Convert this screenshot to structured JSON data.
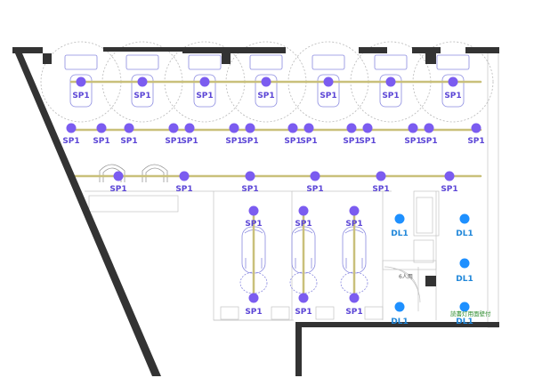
{
  "legend": {
    "spotlight_label": "SP1",
    "downlight_label": "DL1"
  },
  "colors": {
    "wall": "#333333",
    "spotlight": "#7b5cf0",
    "downlight": "#1e90ff",
    "rail": "#c9c07a",
    "furniture": "#8a8ae0",
    "thin_line": "#bbbbbb"
  },
  "annotations": {
    "room_note": "6人用",
    "wall_note": "読書灯用面壁付"
  }
}
